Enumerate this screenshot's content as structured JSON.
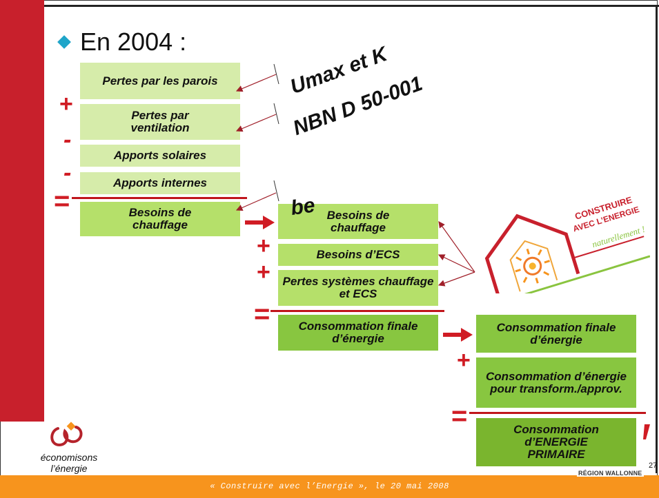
{
  "heading": "En 2004 :",
  "left_column": [
    {
      "label": "Pertes par les parois"
    },
    {
      "label": "Pertes par ventilation"
    },
    {
      "label": "Apports solaires"
    },
    {
      "label": "Apports internes"
    },
    {
      "label": "Besoins de chauffage"
    }
  ],
  "middle_column": [
    {
      "label": "Besoins de chauffage"
    },
    {
      "label": "Besoins d’ECS"
    },
    {
      "label": "Pertes systèmes chauffage et ECS"
    },
    {
      "label": "Consommation finale d’énergie"
    }
  ],
  "right_column": [
    {
      "label": "Consommation finale d’énergie"
    },
    {
      "label": "Consommation d’énergie pour transform./approv."
    },
    {
      "label": "Consommation d’ENERGIE PRIMAIRE"
    }
  ],
  "operators": {
    "plus": "+",
    "minus": "-",
    "equals": "="
  },
  "annotations": {
    "umax": "Umax et K",
    "nbn": "NBN D 50-001",
    "be": "be"
  },
  "logo_construire": {
    "line1": "CONSTRUIRE",
    "line2": "AVEC L’ENERGIE",
    "line3": "naturellement !"
  },
  "logo_economisons": {
    "line1": "économisons",
    "line2": "l’énergie"
  },
  "region_label": "RÉGION WALLONNE",
  "page_number": "27",
  "footer": "« Construire avec l’Energie », le 20 mai 2008",
  "colors": {
    "accent_red": "#c8202c",
    "footer_orange": "#f7941d",
    "box_light": "#d6ecaa",
    "box_dark": "#88c640",
    "bullet": "#1fa5c9"
  }
}
